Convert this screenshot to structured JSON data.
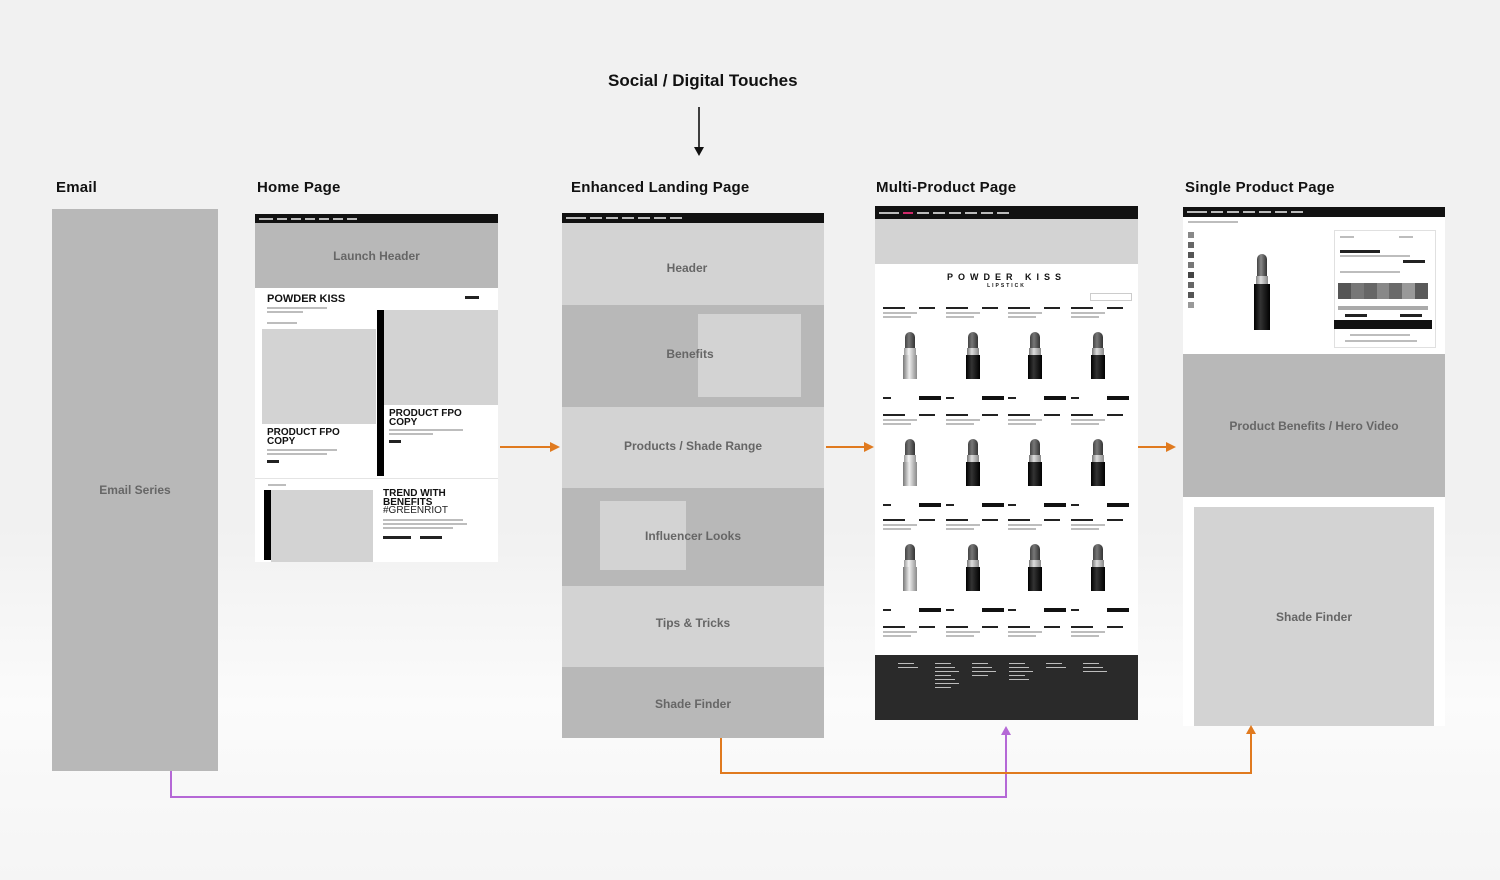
{
  "diagram": {
    "top_source": "Social  / Digital Touches",
    "columns": {
      "email": {
        "title": "Email",
        "block_label": "Email Series"
      },
      "home": {
        "title": "Home Page",
        "launch_header": "Launch Header",
        "powder_kiss": "POWDER KISS",
        "product_fpo_left": "PRODUCT FPO COPY",
        "product_fpo_right": "PRODUCT FPO COPY",
        "trend_title": "TREND WITH BENEFITS",
        "trend_tag": "#GREENRIOT"
      },
      "landing": {
        "title": "Enhanced Landing Page",
        "sections": [
          "Header",
          "Benefits",
          "Products / Shade Range",
          "Influencer Looks",
          "Tips & Tricks",
          "Shade Finder"
        ]
      },
      "multi": {
        "title": "Multi-Product Page",
        "hero_title": "POWDER KISS",
        "hero_sub": "LIPSTICK"
      },
      "single": {
        "title": "Single Product Page",
        "benefits": "Product Benefits / Hero Video",
        "shade_finder": "Shade Finder"
      }
    },
    "colors": {
      "flow_arrow": "#e07a1f",
      "email_connector": "#b568d6",
      "landing_connector": "#e07a1f",
      "block_gray": "#b8b8b8",
      "block_light": "#d3d3d3"
    }
  }
}
